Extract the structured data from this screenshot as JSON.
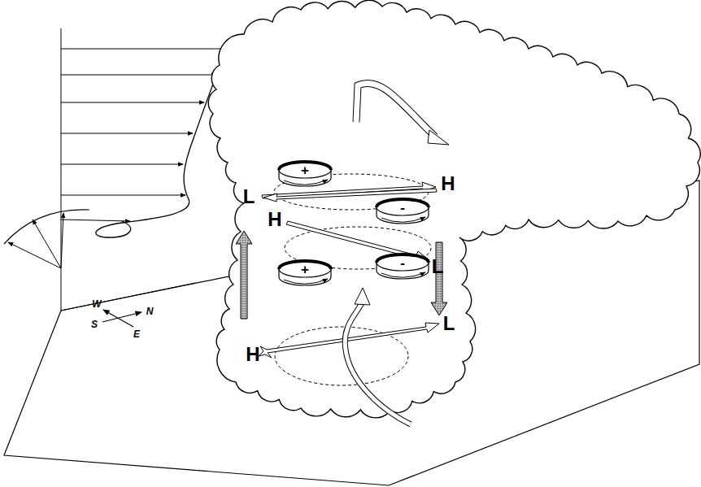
{
  "diagram": {
    "nodes": [
      {
        "text": [
          "+"
        ]
      },
      {
        "text": [
          "-"
        ]
      },
      {
        "text": [
          "+"
        ]
      },
      {
        "text": [
          "-"
        ]
      }
    ],
    "labels": [
      "L",
      "H",
      "H",
      "L",
      "L",
      "H",
      "W",
      "N",
      "S",
      "E"
    ]
  }
}
